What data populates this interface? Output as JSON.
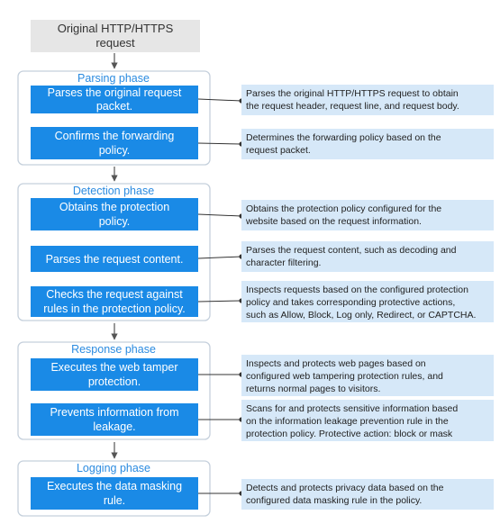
{
  "start": {
    "lines": [
      "Original HTTP/HTTPS",
      "request"
    ]
  },
  "phases": [
    {
      "title": "Parsing phase",
      "steps": [
        {
          "lines": [
            "Parses the original request",
            "packet."
          ],
          "desc": [
            "Parses the original HTTP/HTTPS request to obtain",
            "the request header, request line, and request body."
          ]
        },
        {
          "lines": [
            "Confirms the forwarding",
            "policy."
          ],
          "desc": [
            "Determines the forwarding policy based on the",
            "request packet."
          ]
        }
      ]
    },
    {
      "title": "Detection phase",
      "steps": [
        {
          "lines": [
            "Obtains the protection",
            "policy."
          ],
          "desc": [
            "Obtains the protection policy configured for the",
            "website based on the request information."
          ]
        },
        {
          "lines": [
            "Parses the request content."
          ],
          "desc": [
            "Parses the request content, such as decoding and",
            "character filtering."
          ]
        },
        {
          "lines": [
            "Checks the request against",
            "rules in the protection policy."
          ],
          "desc": [
            "Inspects requests based on the configured protection",
            "policy and takes corresponding protective actions,",
            "such as Allow, Block, Log only, Redirect, or CAPTCHA."
          ]
        }
      ]
    },
    {
      "title": "Response phase",
      "steps": [
        {
          "lines": [
            "Executes the web tamper",
            "protection."
          ],
          "desc": [
            "Inspects and protects web pages based on",
            "configured web tampering protection rules, and",
            "returns normal pages to visitors."
          ]
        },
        {
          "lines": [
            "Prevents information from",
            "leakage."
          ],
          "desc": [
            "Scans for and protects sensitive information based",
            "on the information leakage prevention rule in the",
            "protection policy. Protective action: block or mask"
          ]
        }
      ]
    },
    {
      "title": "Logging phase",
      "steps": [
        {
          "lines": [
            "Executes the data masking",
            "rule."
          ],
          "desc": [
            "Detects and protects privacy data based on the",
            "configured data masking rule in the policy."
          ]
        }
      ]
    }
  ],
  "colors": {
    "step_fill": "#1a8ae6",
    "desc_fill": "#d6e8f8",
    "start_fill": "#e6e6e6",
    "phase_border": "#c5d0dc",
    "arrow": "#555555",
    "connector": "#333333"
  }
}
